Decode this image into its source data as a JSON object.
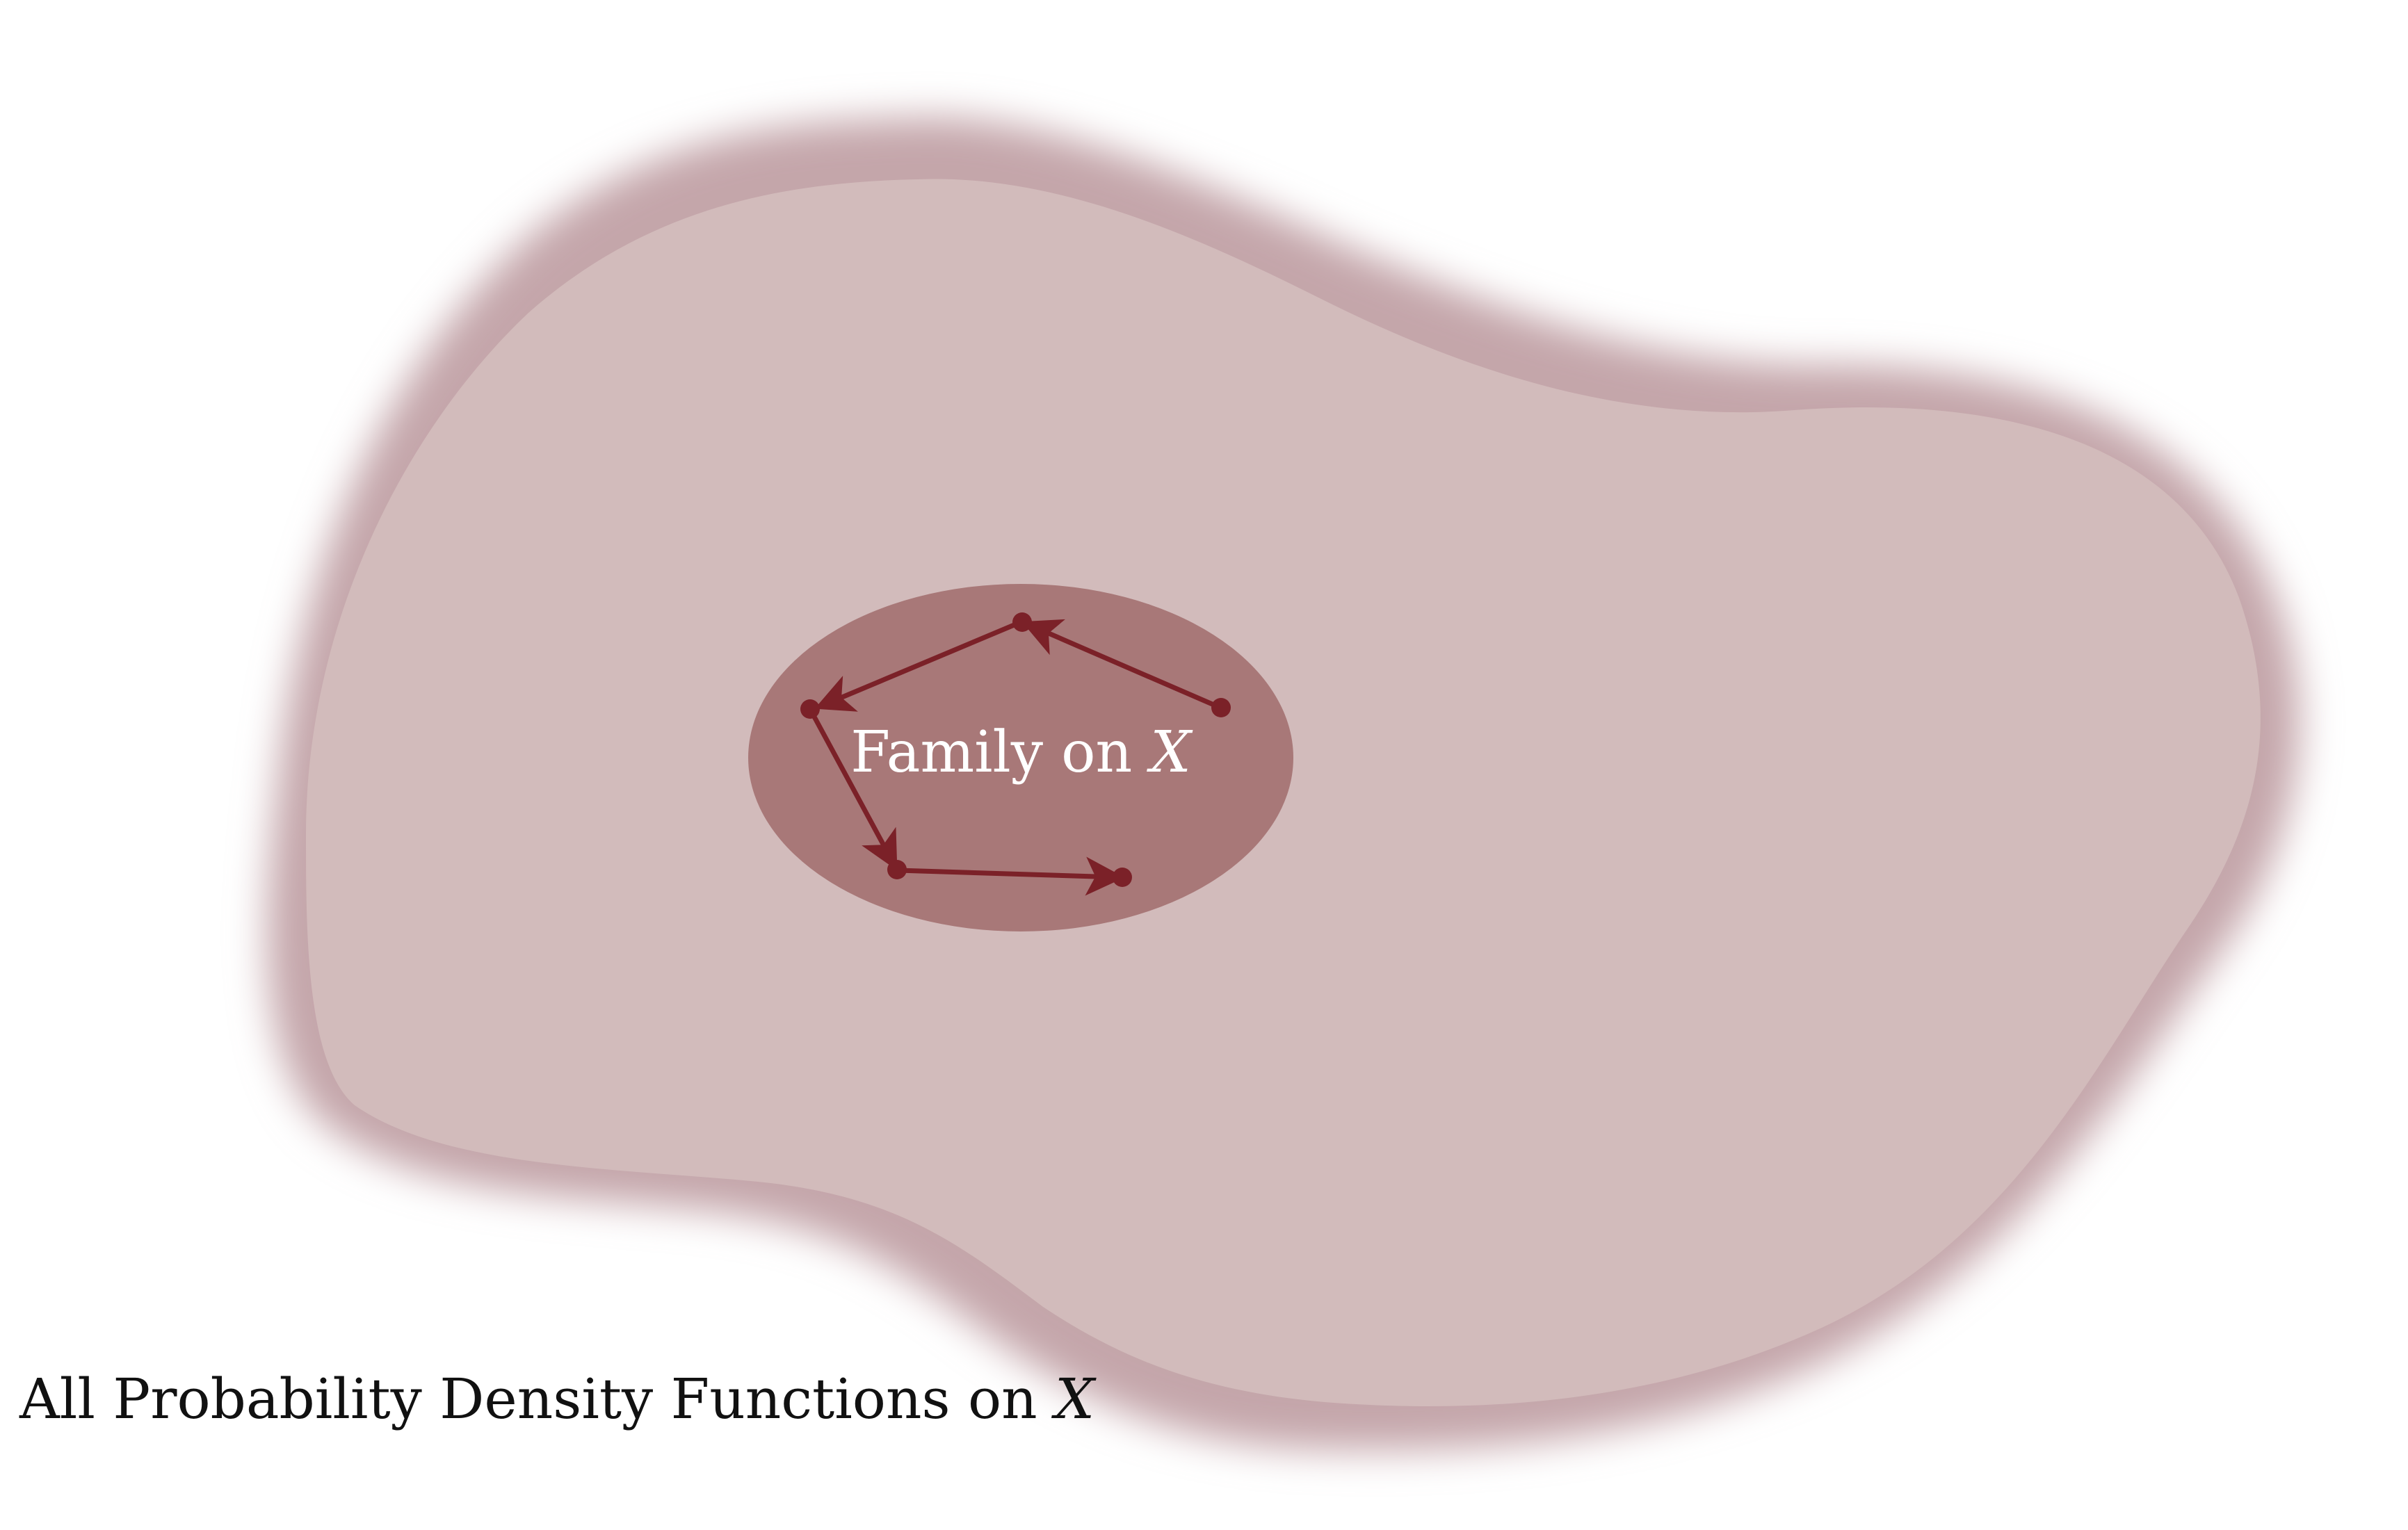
{
  "diagram": {
    "outer_region": {
      "label_prefix": "All Probability Density Functions on ",
      "label_var": "X",
      "fill_color": "#d2bbbb",
      "edge_color": "#c4a6aa"
    },
    "inner_region": {
      "label_prefix": "Family on ",
      "label_var": "X",
      "fill_color": "#a87878",
      "label_color": "#ffffff"
    },
    "path": {
      "color": "#7b2128",
      "point_count": 5,
      "direction": "right-to-left then down then right"
    },
    "caption_color": "#111111"
  }
}
